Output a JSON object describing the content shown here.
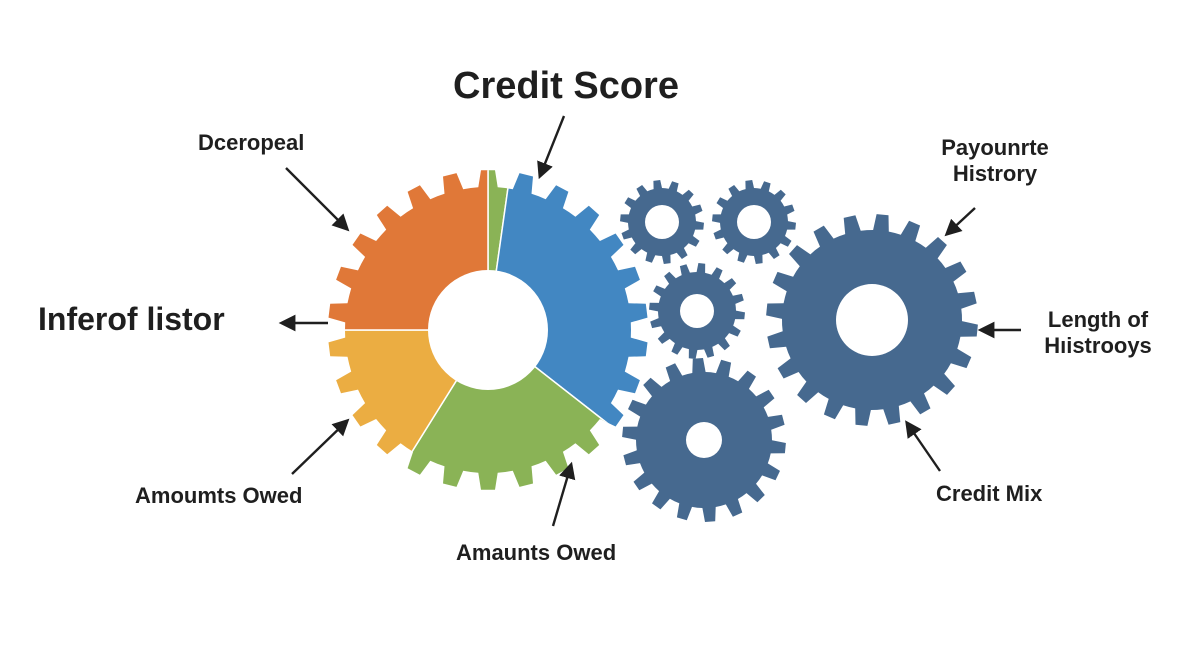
{
  "title": "Credit Score",
  "labels": {
    "top_left": "Dceropeal",
    "left": "Inferof listor",
    "bottom_left": "Amoumts Owed",
    "bottom_center": "Amaunts Owed",
    "top_right_line1": "Payounrte",
    "top_right_line2": "Histrory",
    "right_line1": "Length of",
    "right_line2": "Hıistrooys",
    "bottom_right": "Credit Mix"
  },
  "colors": {
    "orange": "#E07838",
    "green": "#8AB356",
    "blue": "#4287C2",
    "yellow": "#EBAD42",
    "gear_blue": "#46698F",
    "text": "#1f1f1f",
    "arrow": "#1f1f1f",
    "background": "#ffffff"
  },
  "pie_gear": {
    "segments": [
      {
        "name": "green-sliver",
        "color_key": "green",
        "start_deg": 0,
        "end_deg": 8
      },
      {
        "name": "blue",
        "color_key": "blue",
        "start_deg": 8,
        "end_deg": 128
      },
      {
        "name": "green",
        "color_key": "green",
        "start_deg": 128,
        "end_deg": 212
      },
      {
        "name": "yellow",
        "color_key": "yellow",
        "start_deg": 212,
        "end_deg": 270
      },
      {
        "name": "orange",
        "color_key": "orange",
        "start_deg": 270,
        "end_deg": 360
      }
    ]
  }
}
